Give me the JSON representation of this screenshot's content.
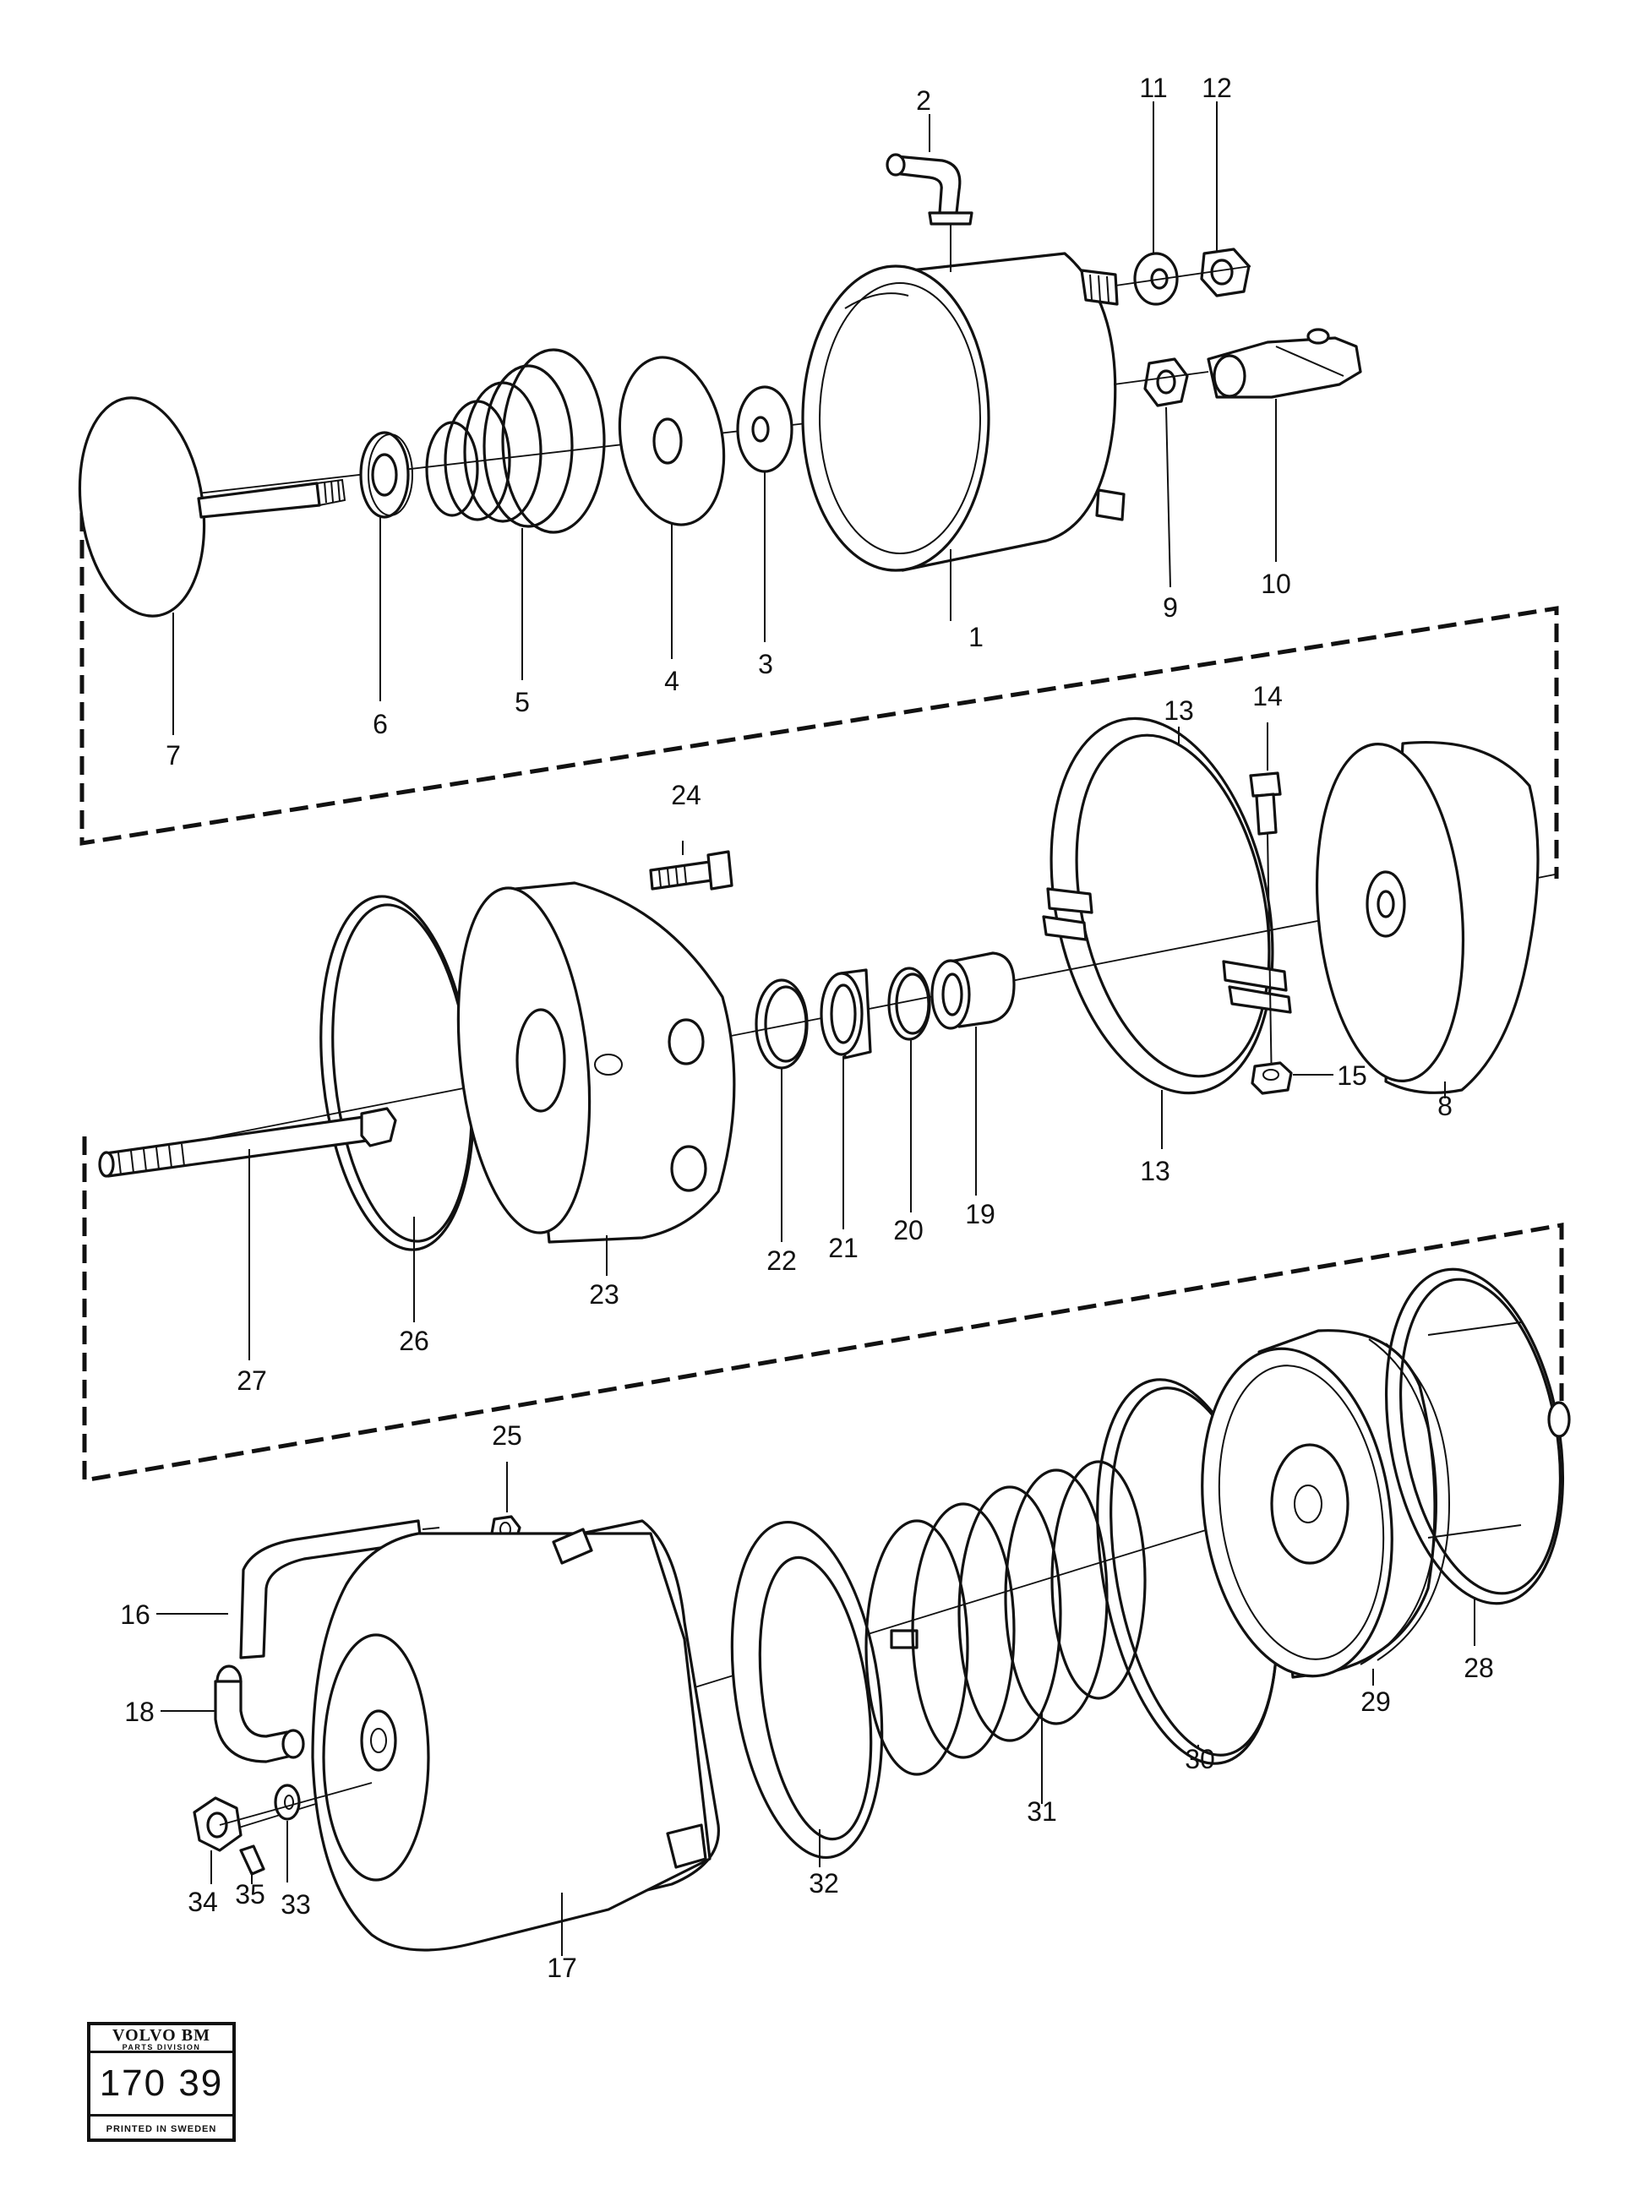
{
  "diagram": {
    "callouts": [
      "1",
      "2",
      "3",
      "4",
      "5",
      "6",
      "7",
      "8",
      "9",
      "10",
      "11",
      "12",
      "13",
      "13",
      "14",
      "15",
      "16",
      "17",
      "18",
      "19",
      "20",
      "21",
      "22",
      "23",
      "24",
      "25",
      "26",
      "27",
      "28",
      "29",
      "30",
      "31",
      "32",
      "33",
      "34",
      "35"
    ]
  },
  "title_block": {
    "brand": "VOLVO BM",
    "division": "PARTS DIVISION",
    "drawing_number": "170 39",
    "footer": "PRINTED IN SWEDEN"
  }
}
